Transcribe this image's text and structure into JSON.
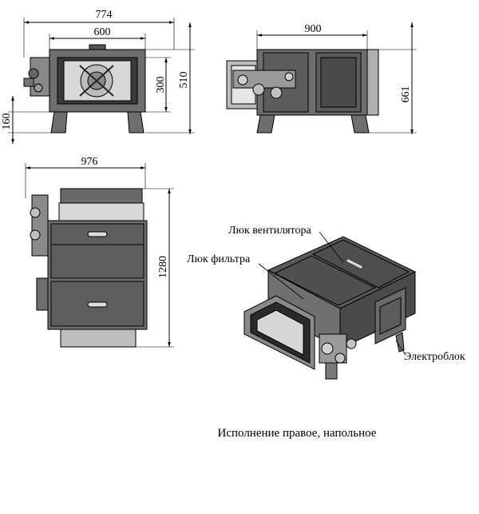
{
  "dimensions": {
    "front_width": "774",
    "front_inner_width": "600",
    "front_inner_height": "300",
    "front_height": "510",
    "front_leg_height": "160",
    "side_width": "900",
    "side_height": "661",
    "top_width": "976",
    "top_length": "1280"
  },
  "labels": {
    "fan_hatch": "Люк вентилятора",
    "filter_hatch": "Люк фильтра",
    "electrical_box": "Электроблок"
  },
  "caption": "Исполнение правое, напольное",
  "colors": {
    "body_dark": "#5a5a5a",
    "body_mid": "#7a7a7a",
    "body_light": "#a8a8a8",
    "line": "#000000"
  }
}
